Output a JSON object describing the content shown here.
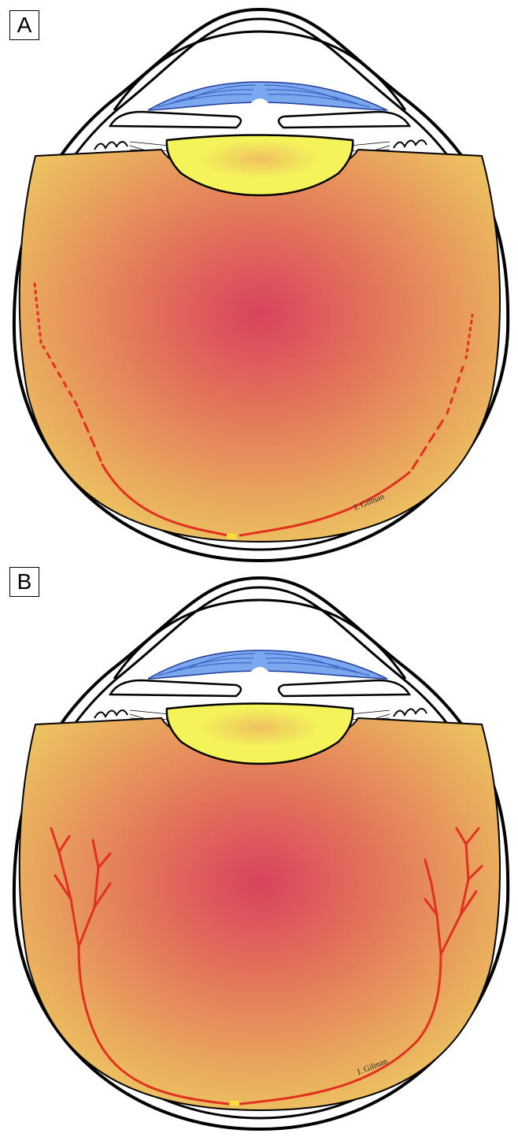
{
  "figure": {
    "panel_a": {
      "label": "A",
      "signature": "J. Gilman"
    },
    "panel_b": {
      "label": "B",
      "signature": "J. Gilman"
    },
    "colors": {
      "outline": "#000000",
      "vitreous_center": "#d9425e",
      "vitreous_edge": "#ecc260",
      "lens": "#f4f45a",
      "cornea_vessels": "#3a6fd6",
      "retinal_vessels": "#e1301f"
    },
    "icons": [
      "eye-cross-section",
      "lens",
      "cornea-iris",
      "retinal-vessels",
      "fovea"
    ]
  }
}
